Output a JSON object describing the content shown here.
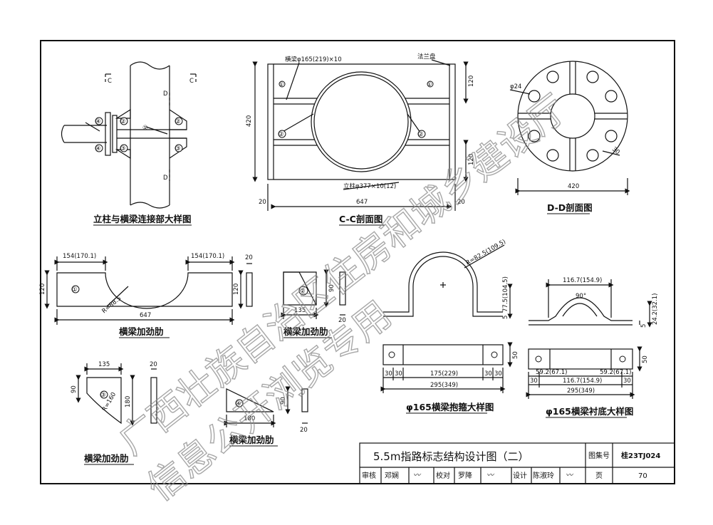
{
  "drawings": {
    "joint": {
      "caption": "立柱与横梁连接部大样图",
      "cut_c": "C",
      "cut_d": "D",
      "n1": "①",
      "n2": "②",
      "n3": "③",
      "n4": "④"
    },
    "cc": {
      "caption": "C-C剖面图",
      "beam_label": "横梁φ165(219)×10",
      "flange_label": "法兰盘",
      "post_label": "立柱φ377×10(12)",
      "d420": "420",
      "d120": "120",
      "d647": "647",
      "d20": "20",
      "n1": "①",
      "n2": "②"
    },
    "dd": {
      "caption": "D-D剖面图",
      "hole": "φ24",
      "d420": "420",
      "d30": "30"
    },
    "rib1": {
      "caption": "横梁加劲肋",
      "d154": "154(170.1)",
      "d120": "120",
      "radius": "R=88.5",
      "d647": "647",
      "d20": "20",
      "n1": "①"
    },
    "rib2": {
      "caption": "横梁加劲肋",
      "d90": "90",
      "d135": "135",
      "d20": "20",
      "n2": "②"
    },
    "rib3": {
      "caption": "横梁加劲肋",
      "d135": "135",
      "d90": "90",
      "d180": "180",
      "radius": "R=160",
      "d20": "20",
      "n3": "③"
    },
    "rib4": {
      "caption": "横梁加劲肋",
      "d180": "180",
      "d90": "90",
      "d20": "20",
      "n4": "④"
    },
    "hoop": {
      "caption": "φ165横梁抱箍大样图",
      "radius": "R=82.5(109.5)",
      "d5": "5",
      "d775": "77.5(104.5)",
      "d50": "50",
      "d30": "30",
      "d175": "175(229)",
      "d295": "295(349)"
    },
    "liner": {
      "caption": "φ165横梁衬底大样图",
      "d1167": "116.7(154.9)",
      "d90": "90°",
      "d5": "5",
      "d242": "24.2(32.1)",
      "d50": "50",
      "d592": "59.2(67.1)",
      "d30": "30",
      "d295": "295(349)"
    }
  },
  "title_block": {
    "title": "5.5m指路标志结构设计图（二）",
    "atlas_label": "图集号",
    "atlas_no": "桂23TJ024",
    "review_label": "审核",
    "review_name": "邓娴",
    "check_label": "校对",
    "check_name": "罗降",
    "design_label": "设计",
    "design_name": "陈淑玲",
    "page_label": "页",
    "page_no": "70"
  },
  "watermark": {
    "line1": "广西壮族自治区住房和城乡建设厅",
    "line2": "信息公开浏览专用"
  }
}
